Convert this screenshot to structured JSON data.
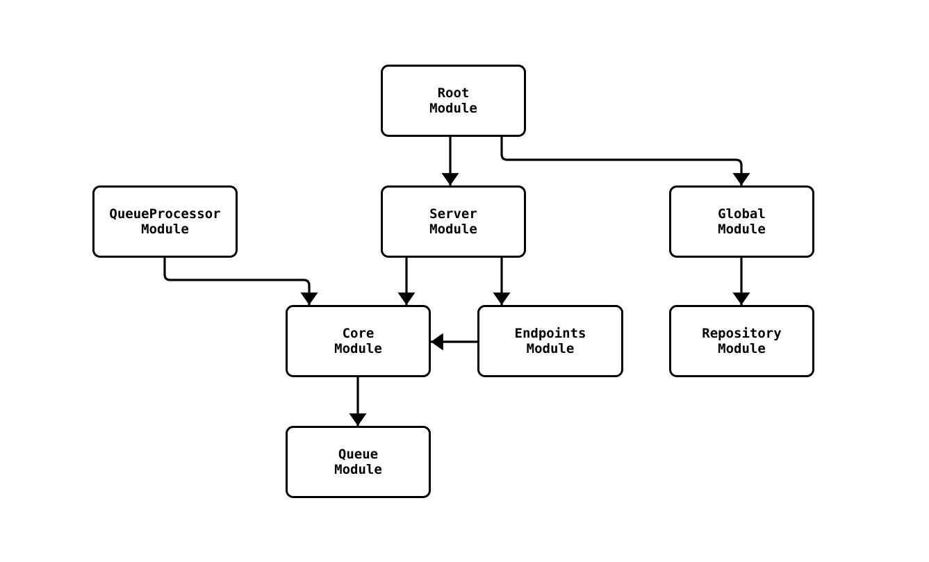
{
  "diagram": {
    "type": "module-dependency-graph",
    "background_color": "#ffffff",
    "node_fill_color": "#ffffff",
    "node_border_color": "#000000",
    "edge_color": "#000000",
    "nodes": [
      {
        "id": "root",
        "line1": "Root",
        "line2": "Module"
      },
      {
        "id": "queue-processor",
        "line1": "QueueProcessor",
        "line2": "Module"
      },
      {
        "id": "server",
        "line1": "Server",
        "line2": "Module"
      },
      {
        "id": "global",
        "line1": "Global",
        "line2": "Module"
      },
      {
        "id": "core",
        "line1": "Core",
        "line2": "Module"
      },
      {
        "id": "endpoints",
        "line1": "Endpoints",
        "line2": "Module"
      },
      {
        "id": "repository",
        "line1": "Repository",
        "line2": "Module"
      },
      {
        "id": "queue",
        "line1": "Queue",
        "line2": "Module"
      }
    ],
    "edges": [
      {
        "from": "Root Module",
        "to": "Server Module"
      },
      {
        "from": "Root Module",
        "to": "Global Module"
      },
      {
        "from": "QueueProcessor Module",
        "to": "Core Module"
      },
      {
        "from": "Server Module",
        "to": "Core Module"
      },
      {
        "from": "Server Module",
        "to": "Endpoints Module"
      },
      {
        "from": "Endpoints Module",
        "to": "Core Module"
      },
      {
        "from": "Global Module",
        "to": "Repository Module"
      },
      {
        "from": "Core Module",
        "to": "Queue Module"
      }
    ]
  }
}
